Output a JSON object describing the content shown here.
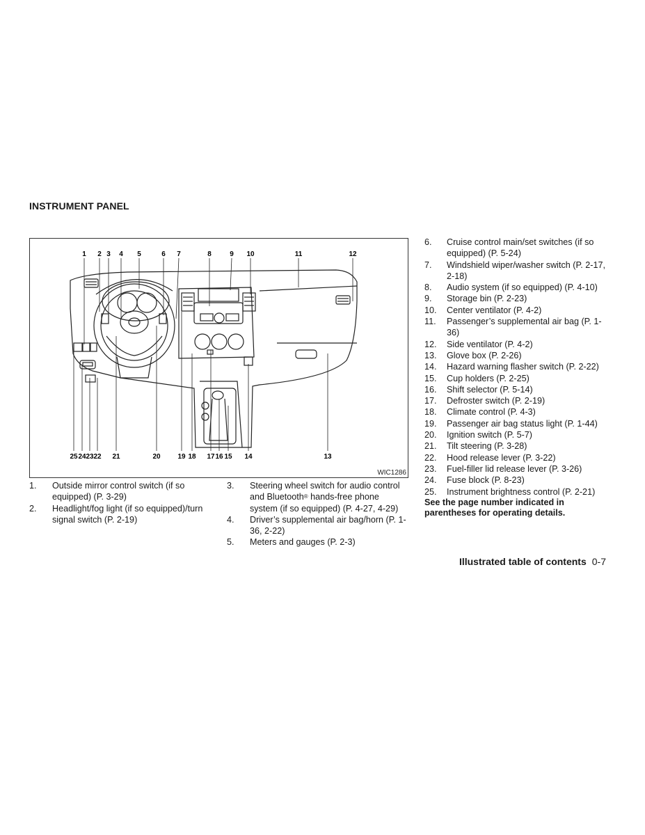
{
  "section_title": "INSTRUMENT PANEL",
  "figure": {
    "code": "WIC1286",
    "callouts_top": [
      "1",
      "2",
      "3",
      "4",
      "5",
      "6",
      "7",
      "8",
      "9",
      "10",
      "11",
      "12"
    ],
    "callouts_bottom": [
      "25",
      "24",
      "23",
      "22",
      "21",
      "20",
      "19",
      "18",
      "17",
      "16",
      "15",
      "14",
      "13"
    ]
  },
  "items": [
    {
      "num": "1.",
      "text": "Outside mirror control switch (if so equipped) (P. 3-29)"
    },
    {
      "num": "2.",
      "text": "Headlight/fog light (if so equipped)/turn signal switch (P. 2-19)"
    },
    {
      "num": "3.",
      "text": "Steering wheel switch for audio control and Bluetooth",
      "text_sup": "®",
      "text_after": " hands-free phone system (if so equipped) (P. 4-27, 4-29)"
    },
    {
      "num": "4.",
      "text": "Driver’s supplemental air bag/horn (P. 1-36, 2-22)"
    },
    {
      "num": "5.",
      "text": "Meters and gauges (P. 2-3)"
    },
    {
      "num": "6.",
      "text": "Cruise control main/set switches (if so equipped) (P. 5-24)"
    },
    {
      "num": "7.",
      "text": "Windshield wiper/washer switch (P. 2-17, 2-18)"
    },
    {
      "num": "8.",
      "text": "Audio system (if so equipped) (P. 4-10)"
    },
    {
      "num": "9.",
      "text": "Storage bin (P. 2-23)"
    },
    {
      "num": "10.",
      "text": "Center ventilator (P. 4-2)"
    },
    {
      "num": "11.",
      "text": "Passenger’s supplemental air bag (P. 1-36)"
    },
    {
      "num": "12.",
      "text": "Side ventilator (P. 4-2)"
    },
    {
      "num": "13.",
      "text": "Glove box (P. 2-26)"
    },
    {
      "num": "14.",
      "text": "Hazard warning flasher switch (P. 2-22)"
    },
    {
      "num": "15.",
      "text": "Cup holders (P. 2-25)"
    },
    {
      "num": "16.",
      "text": "Shift selector (P. 5-14)"
    },
    {
      "num": "17.",
      "text": "Defroster switch (P. 2-19)"
    },
    {
      "num": "18.",
      "text": "Climate control (P. 4-3)"
    },
    {
      "num": "19.",
      "text": "Passenger air bag status light (P. 1-44)"
    },
    {
      "num": "20.",
      "text": "Ignition switch (P. 5-7)"
    },
    {
      "num": "21.",
      "text": "Tilt steering (P. 3-28)"
    },
    {
      "num": "22.",
      "text": "Hood release lever (P. 3-22)"
    },
    {
      "num": "23.",
      "text": "Fuel-filler lid release lever (P. 3-26)"
    },
    {
      "num": "24.",
      "text": "Fuse block (P. 8-23)"
    },
    {
      "num": "25.",
      "text": "Instrument brightness control (P. 2-21)"
    }
  ],
  "note": "See the page number indicated in parentheses for operating details.",
  "footer": {
    "title": "Illustrated table of contents",
    "page": "0-7"
  }
}
